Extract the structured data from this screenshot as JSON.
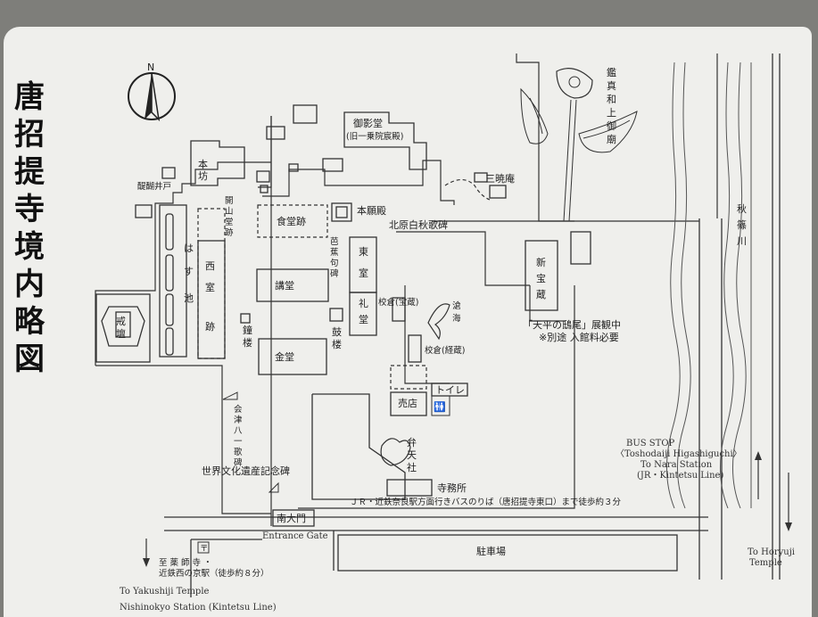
{
  "title": "唐招提寺境内略図",
  "compass": {
    "label": "N"
  },
  "buildings": {
    "miedo": "御影堂",
    "miedo_sub": "(旧一乗院宸殿)",
    "ganjin_tomb": "鑑真和上御廟",
    "sangyoan": "三暁庵",
    "honbo": "本坊",
    "daigo_well": "醍醐井戸",
    "kaisando": "開山堂跡",
    "jikido": "食堂跡",
    "hongando": "本願殿",
    "kitahara": "北原白秋歌碑",
    "basho": "芭蕉句碑",
    "higashimuro": "東室",
    "raido": "礼堂",
    "kodo": "講堂",
    "nishimuro": "西室跡",
    "hasu": "はす池",
    "kaidan": "戒壇",
    "shinhozo": "新宝蔵",
    "kura1": "校倉(宝蔵)",
    "kura2": "校倉(経蔵)",
    "sokai": "滄海",
    "shoro": "鐘楼",
    "koro": "鼓楼",
    "kondo": "金堂",
    "aizu": "会津八一歌碑",
    "toilet": "トイレ",
    "shop": "売店",
    "benten": "弁天社",
    "office": "寺務所",
    "heritage": "世界文化遺産記念碑",
    "nandaimon": "南大門",
    "parking": "駐車場",
    "river": "秋篠川"
  },
  "notes": {
    "exhibit": "「天平の鴟尾」展観中",
    "fee": "※別途 入館料必要",
    "bus_jp": "ＪＲ・近鉄奈良駅方面行きバスのりば（唐招提寺東口）まで徒歩約３分",
    "entrance_gate": "Entrance Gate",
    "bus_stop": "BUS STOP",
    "bus_stop_name": "〈Toshodaiji Higashiguchi〉",
    "to_nara": "To Nara Station",
    "nara_line": "(JR・Kintetsu Line)",
    "to_horyuji": "To Horyuji",
    "temple": "Temple",
    "yakushiji_jp": "至 薬 師 寺 ・",
    "nishinokyo_jp": "近鉄西の京駅（徒歩約８分）",
    "to_yakushiji": "To Yakushiji Temple",
    "nishinokyo_en": "Nishinokyo Station (Kintetsu Line)"
  }
}
